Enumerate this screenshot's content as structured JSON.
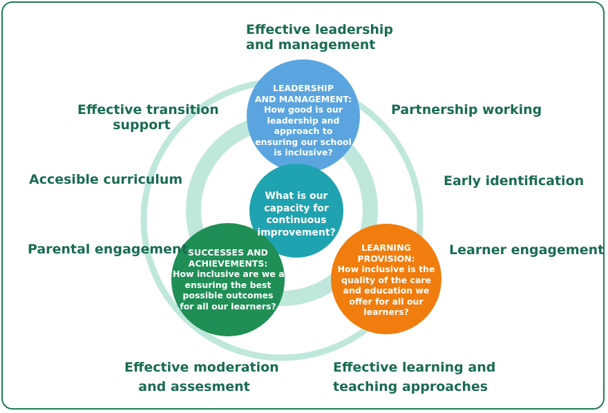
{
  "outer_labels": {
    "top": [
      "Effective leadership",
      "and management"
    ],
    "upper_left": [
      "Effective transition",
      "support"
    ],
    "upper_right": "Partnership working",
    "mid_left": "Accesible curriculum",
    "mid_right": "Early identification",
    "lower_left": "Parental engagement",
    "lower_right": "Learner engagement",
    "bottom_left": [
      "Effective moderation",
      "and assesment"
    ],
    "bottom_right": [
      "Effective learning and",
      "teaching approaches"
    ]
  },
  "circles": {
    "leadership": {
      "color": "#5aa5df",
      "lines": [
        "LEADERSHIP",
        "AND MANAGEMENT:",
        "How good is our",
        "leadership and",
        "approach to",
        "ensuring our school",
        "is inclusive?"
      ]
    },
    "center": {
      "color": "#1fa3b0",
      "lines": [
        "What is our",
        "capacity for",
        "continuous",
        "improvement?"
      ]
    },
    "successes": {
      "color": "#1f8f55",
      "lines": [
        "SUCCESSES AND",
        "ACHIEVEMENTS:",
        "How inclusive are we at",
        "ensuring the best",
        "possible outcomes",
        "for all our learners?"
      ]
    },
    "learning": {
      "color": "#f07d0e",
      "lines": [
        "LEARNING",
        "PROVISION:",
        "How inclusive  is the",
        "quality of the care",
        "and education we",
        "offer for all our",
        "learners?"
      ]
    }
  },
  "colors": {
    "ring": "#bfe7dc",
    "label_text": "#1a6b52",
    "frame": "#1e7a52"
  }
}
